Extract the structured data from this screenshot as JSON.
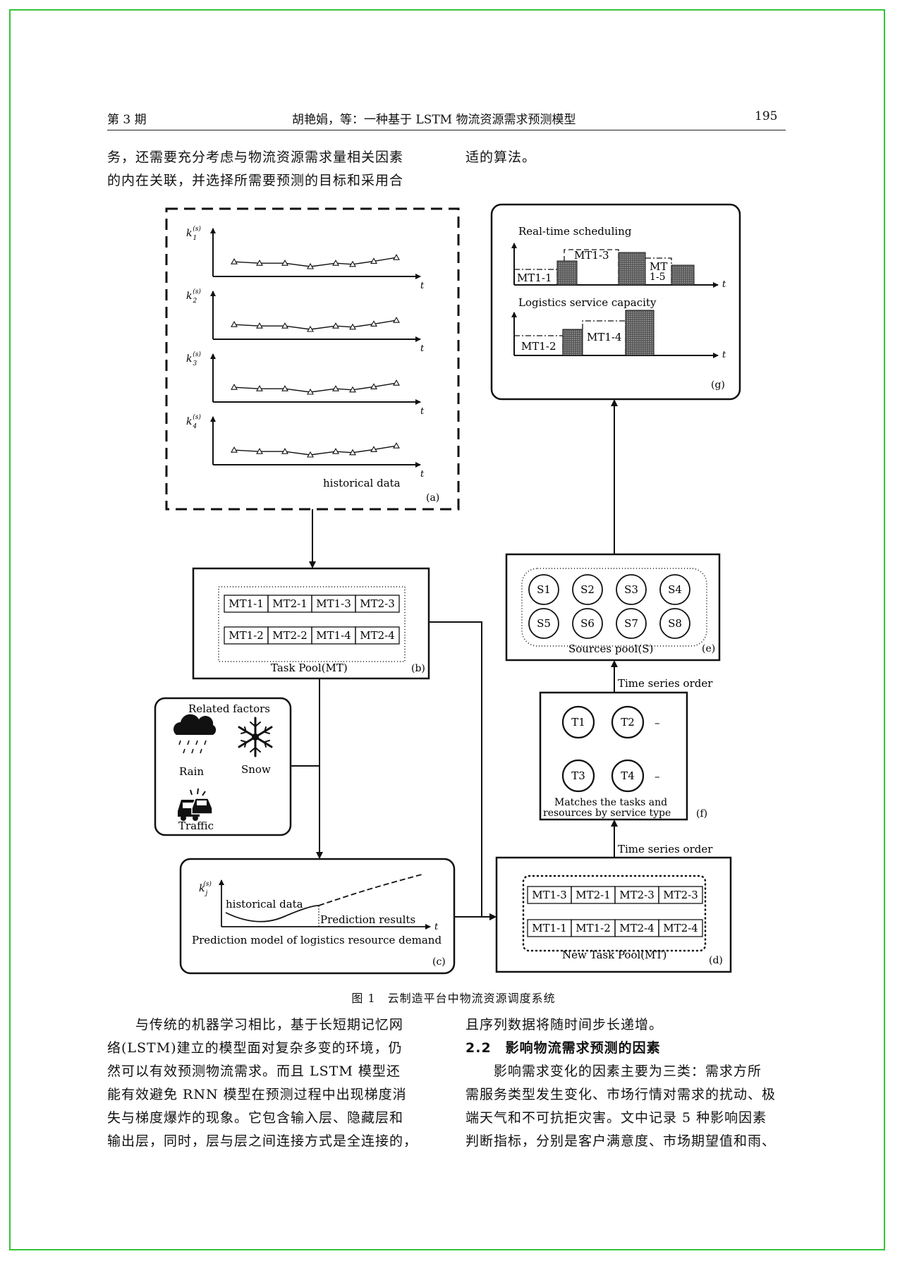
{
  "header": {
    "issue": "第 3 期",
    "running_title": "胡艳娟，等：一种基于 LSTM 物流资源需求预测模型",
    "page_number": "195"
  },
  "intro_left": [
    "务，还需要充分考虑与物流资源需求量相关因素",
    "的内在关联，并选择所需要预测的目标和采用合"
  ],
  "intro_right": [
    "适的算法。"
  ],
  "figure": {
    "caption": "图 1　云制造平台中物流资源调度系统",
    "panel_a": {
      "y_labels": [
        {
          "base": "k",
          "sub": "1",
          "sup": "(s)"
        },
        {
          "base": "k",
          "sub": "2",
          "sup": "(s)"
        },
        {
          "base": "k",
          "sub": "3",
          "sup": "(s)"
        },
        {
          "base": "k",
          "sub": "4",
          "sup": "(s)"
        }
      ],
      "t_label": "t",
      "series": [
        2.6,
        2.35,
        2.35,
        1.75,
        2.35,
        2.15,
        2.7,
        3.35
      ],
      "label": "historical data",
      "tag": "(a)"
    },
    "panel_b": {
      "row1": [
        "MT1-1",
        "MT2-1",
        "MT1-3",
        "MT2-3"
      ],
      "row2": [
        "MT1-2",
        "MT2-2",
        "MT1-4",
        "MT2-4"
      ],
      "label": "Task Pool(MT)",
      "tag": "(b)"
    },
    "factors": {
      "title": "Related factors",
      "items": [
        {
          "label": "Rain",
          "icon": "rain-cloud-icon"
        },
        {
          "label": "Snow",
          "icon": "snowflake-icon"
        },
        {
          "label": "Traffic",
          "icon": "car-collision-icon"
        }
      ]
    },
    "panel_c": {
      "y_label": {
        "base": "k",
        "sub": "j",
        "sup": "(s)"
      },
      "t_label": "t",
      "historical": "historical data",
      "prediction": "Prediction results",
      "caption": "Prediction model of logistics resource demand",
      "tag": "(c)"
    },
    "panel_d": {
      "row1": [
        "MT1-3",
        "MT2-1",
        "MT2-3",
        "MT2-3"
      ],
      "row2": [
        "MT1-1",
        "MT1-2",
        "MT2-4",
        "MT2-4"
      ],
      "label": "New Task Pool(MT)",
      "tag": "(d)"
    },
    "panel_f": {
      "nodes": [
        "T1",
        "T2",
        "T3",
        "T4"
      ],
      "dash": "–",
      "caption": [
        "Matches the tasks and",
        "resources by service type"
      ],
      "tag": "(f)"
    },
    "panel_e": {
      "nodes": [
        "S1",
        "S2",
        "S3",
        "S4",
        "S5",
        "S6",
        "S7",
        "S8"
      ],
      "label": "Sources pool(S)",
      "tag": "(e)"
    },
    "panel_g": {
      "title1": "Real-time scheduling",
      "labels1": [
        "MT1-1",
        "MT1-3",
        "MT",
        "1-5"
      ],
      "title2": "Logistics service capacity",
      "labels2": [
        "MT1-2",
        "MT1-4"
      ],
      "t_label": "t",
      "tag": "(g)"
    },
    "time_series_order": "Time series order"
  },
  "body_left": {
    "lines": [
      "与传统的机器学习相比，基于长短期记忆网",
      "络(LSTM)建立的模型面对复杂多变的环境，仍",
      "然可以有效预测物流需求。而且 LSTM 模型还",
      "能有效避免 RNN 模型在预测过程中出现梯度消",
      "失与梯度爆炸的现象。它包含输入层、隐藏层和",
      "输出层，同时，层与层之间连接方式是全连接的，"
    ]
  },
  "body_right": {
    "line1": "且序列数据将随时间步长递增。",
    "section_heading": "2.2　影响物流需求预测的因素",
    "lines": [
      "影响需求变化的因素主要为三类：需求方所",
      "需服务类型发生变化、市场行情对需求的扰动、极",
      "端天气和不可抗拒灾害。文中记录 5 种影响因素",
      "判断指标，分别是客户满意度、市场期望值和雨、"
    ]
  }
}
